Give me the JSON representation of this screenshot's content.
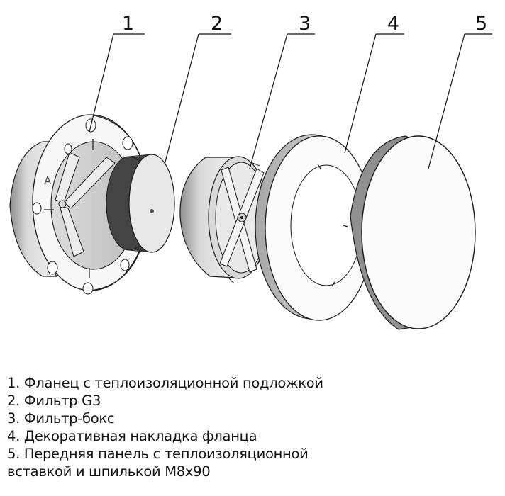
{
  "callouts": [
    "1",
    "2",
    "3",
    "4",
    "5"
  ],
  "flange_letter": "A",
  "legend": [
    "1. Фланец с теплоизоляционной подложкой",
    "2. Фильтр G3",
    "3. Фильтр-бокс",
    "4. Декоративная накладка фланца",
    "5. Передняя панель с теплоизоляционной",
    "вставкой и шпилькой M8x90"
  ],
  "colors": {
    "line": "#1a1a1a",
    "surface": "#ffffff",
    "shade_light": "#e6e6e6",
    "shade_mid": "#c9c9c9",
    "shade_dark": "#9a9a9a"
  }
}
